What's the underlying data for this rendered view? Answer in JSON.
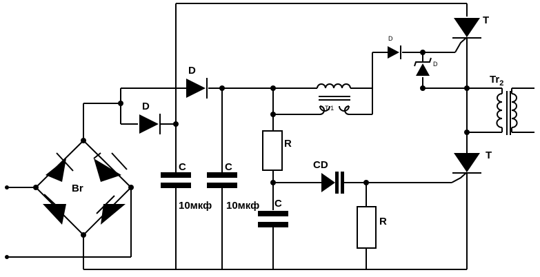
{
  "labels": {
    "bridge": "Br",
    "diode_main": "D",
    "diode_lower": "D",
    "diode_small_top": "D",
    "diode_small_zener": "D",
    "cap1": "C",
    "cap1_value": "10мкф",
    "cap2": "C",
    "cap2_value": "10мкф",
    "cap3": "C",
    "resistor_upper": "R",
    "resistor_lower": "R",
    "cd": "CD",
    "transformer1": "Tr1",
    "transformer2_base": "Tr",
    "transformer2_sub": "2",
    "thyristor_top": "T",
    "thyristor_bottom": "T"
  }
}
